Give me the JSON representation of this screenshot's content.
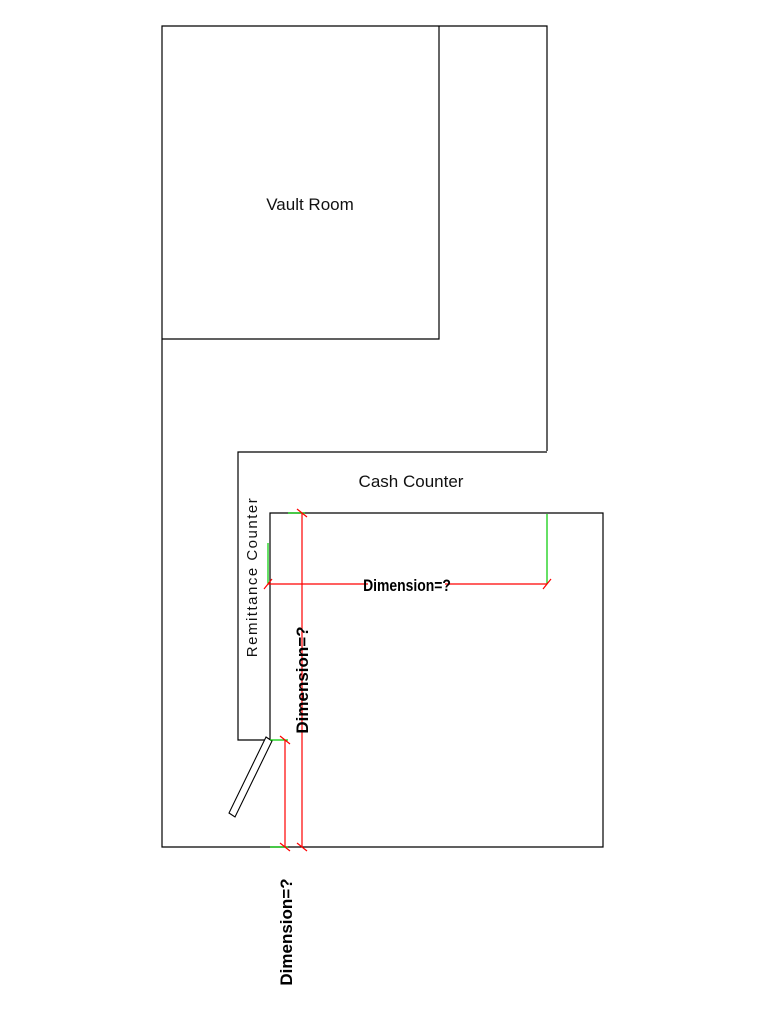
{
  "rooms": {
    "vault_room": "Vault Room",
    "cash_counter": "Cash Counter",
    "remittance_counter": "Remittance Counter"
  },
  "dimensions": {
    "horizontal_label": "Dimension=?",
    "vertical_label": "Dimension=?",
    "bottom_label": "Dimension=?"
  },
  "colors": {
    "walls": "#000000",
    "dimension_lines": "#ff0000",
    "extension_lines": "#00cc00"
  }
}
